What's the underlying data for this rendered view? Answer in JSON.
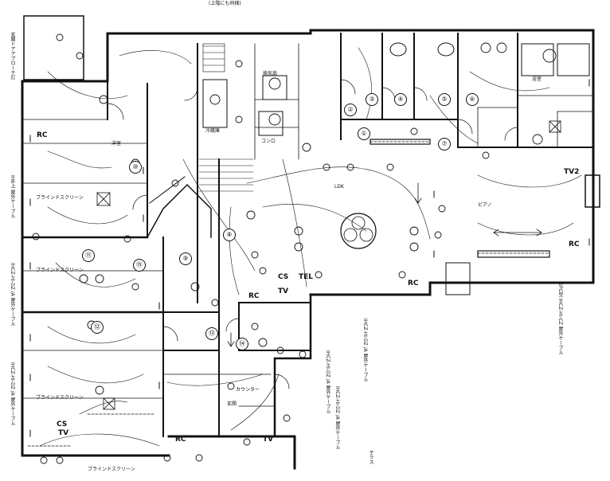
{
  "plan": {
    "top_note": "(上階にも同様)",
    "left_notes": [
      "玄関ドアアプローチ灯",
      "IH6上 屋外ケーブル",
      "IHCZ-HI-DZ /A 屋外ケーブル",
      "IHCZ-HI-DZ /A 屋外ケーブル",
      "IHCZ-HI-DZ /A 屋外ケーブル",
      "IHCZ-HI-DZ /A 屋外ケーブル"
    ],
    "right_notes": [
      "SPC型 IHCZ-HI-CZ 屋外ケーブル",
      "IHCZ-HI-DZ /A 屋外ケーブル"
    ],
    "codes": [
      "RC",
      "RC",
      "RC",
      "RC",
      "RC",
      "CS",
      "CS",
      "TEL",
      "TV",
      "TV",
      "TV",
      "TV2",
      "LDK"
    ],
    "circled_numbers": [
      "①",
      "②",
      "③",
      "④",
      "⑤",
      "⑥",
      "⑦",
      "⑧",
      "⑨",
      "⑩",
      "⑪",
      "⑫",
      "⑬",
      "⑭",
      "⑮"
    ],
    "labels": [
      "ブラインドスクリーン",
      "ブラインドスクリーン",
      "ブラインドスクリーン",
      "ブラインドスクリーン",
      "カウンター",
      "洋室",
      "玄関",
      "テラス",
      "浴室",
      "冷蔵庫",
      "ピアノ",
      "コンロ",
      "換気扇"
    ]
  }
}
